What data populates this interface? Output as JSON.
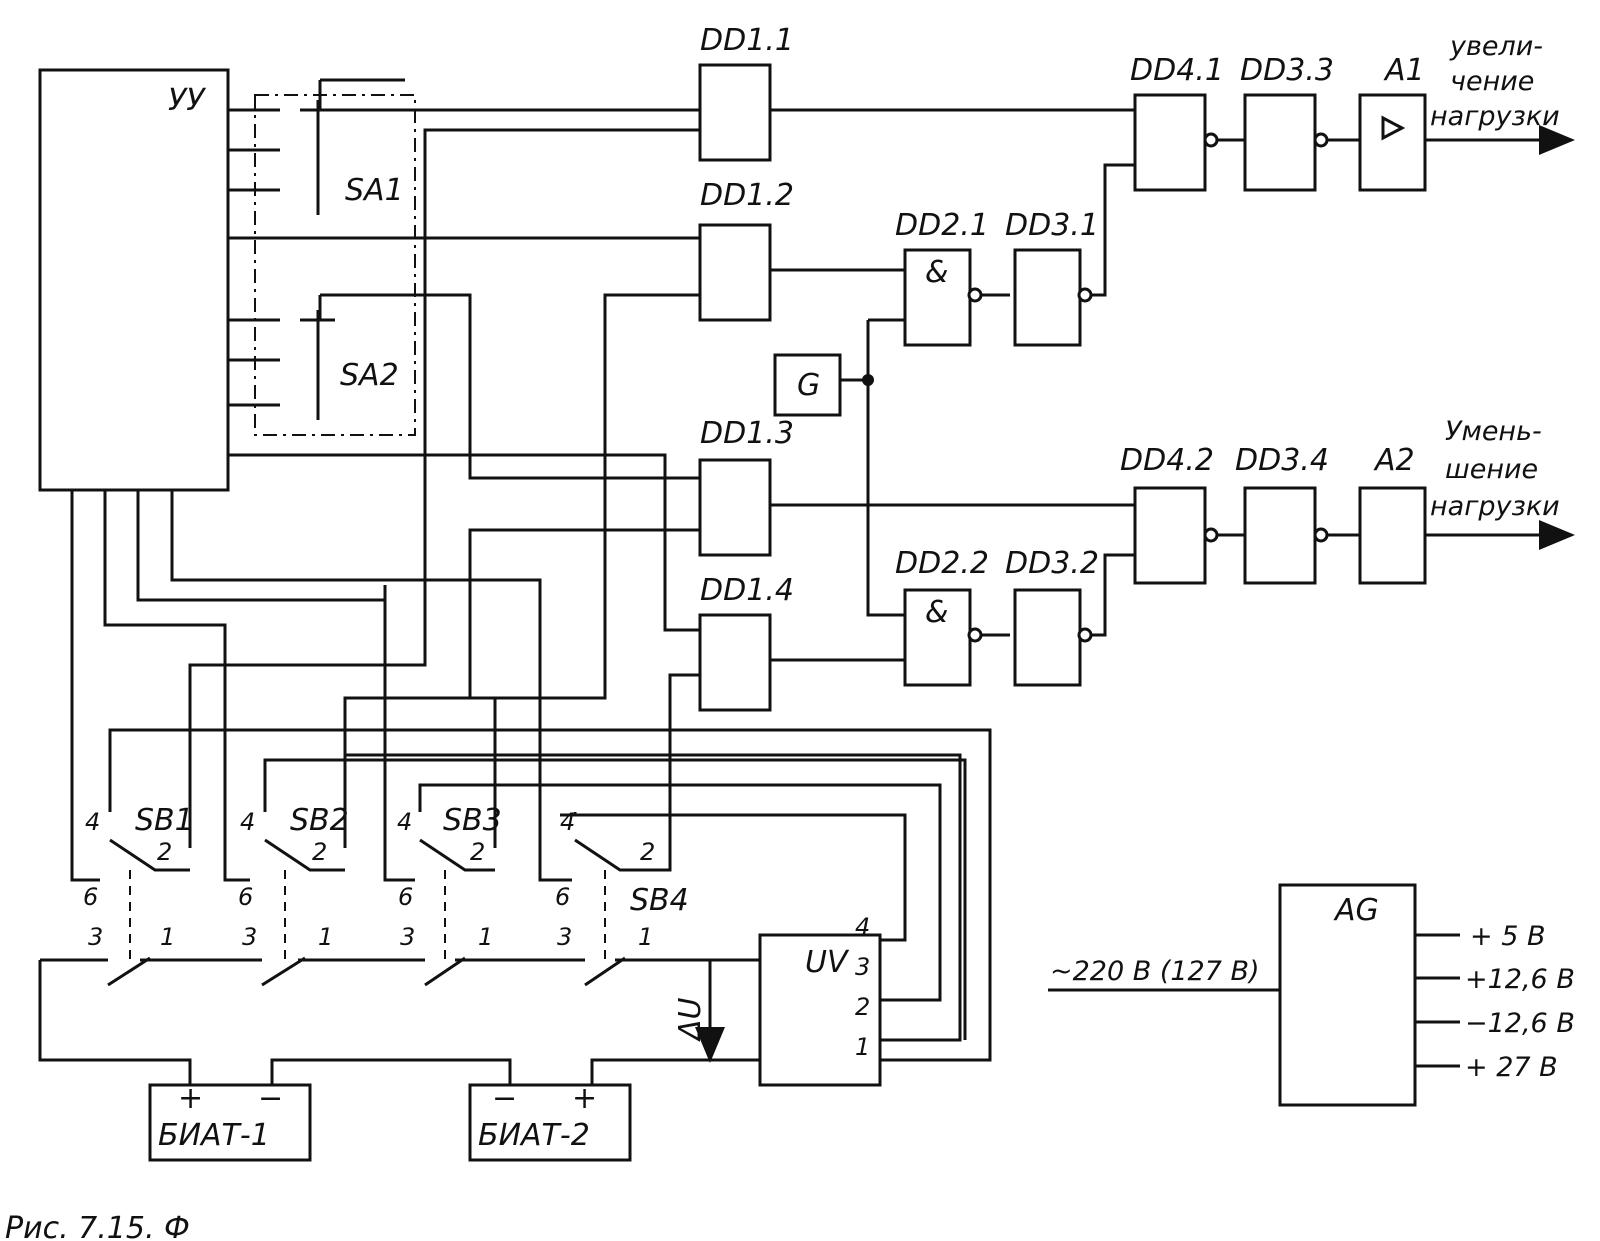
{
  "blocks": {
    "uu": "УУ",
    "sa1": "SA1",
    "sa2": "SA2",
    "dd1_1": "DD1.1",
    "dd1_2": "DD1.2",
    "dd1_3": "DD1.3",
    "dd1_4": "DD1.4",
    "dd2_1": "DD2.1",
    "dd2_2": "DD2.2",
    "dd3_1": "DD3.1",
    "dd3_2": "DD3.2",
    "dd3_3": "DD3.3",
    "dd3_4": "DD3.4",
    "dd4_1": "DD4.1",
    "dd4_2": "DD4.2",
    "and_symbol": "&",
    "gen": "G",
    "a1": "A1",
    "a2": "A2",
    "uv": "UV",
    "ag": "AG",
    "sb1": "SB1",
    "sb2": "SB2",
    "sb3": "SB3",
    "sb4": "SB4",
    "biat1": "БИАТ-1",
    "biat2": "БИАТ-2",
    "delta_u": "ΔU"
  },
  "outputs": {
    "increase_1": "увели-",
    "increase_2": "чение",
    "increase_3": "нагрузки",
    "decrease_1": "Умень-",
    "decrease_2": "шение",
    "decrease_3": "нагрузки"
  },
  "pins": {
    "p1": "1",
    "p2": "2",
    "p3": "3",
    "p4": "4",
    "p6": "6",
    "plus": "+",
    "minus": "−"
  },
  "power": {
    "input": "~220 В (127 В)",
    "out1": "+ 5 В",
    "out2": "+12,6 В",
    "out3": "−12,6 В",
    "out4": "+ 27 В"
  },
  "caption": "Рис. 7.15. Ф"
}
